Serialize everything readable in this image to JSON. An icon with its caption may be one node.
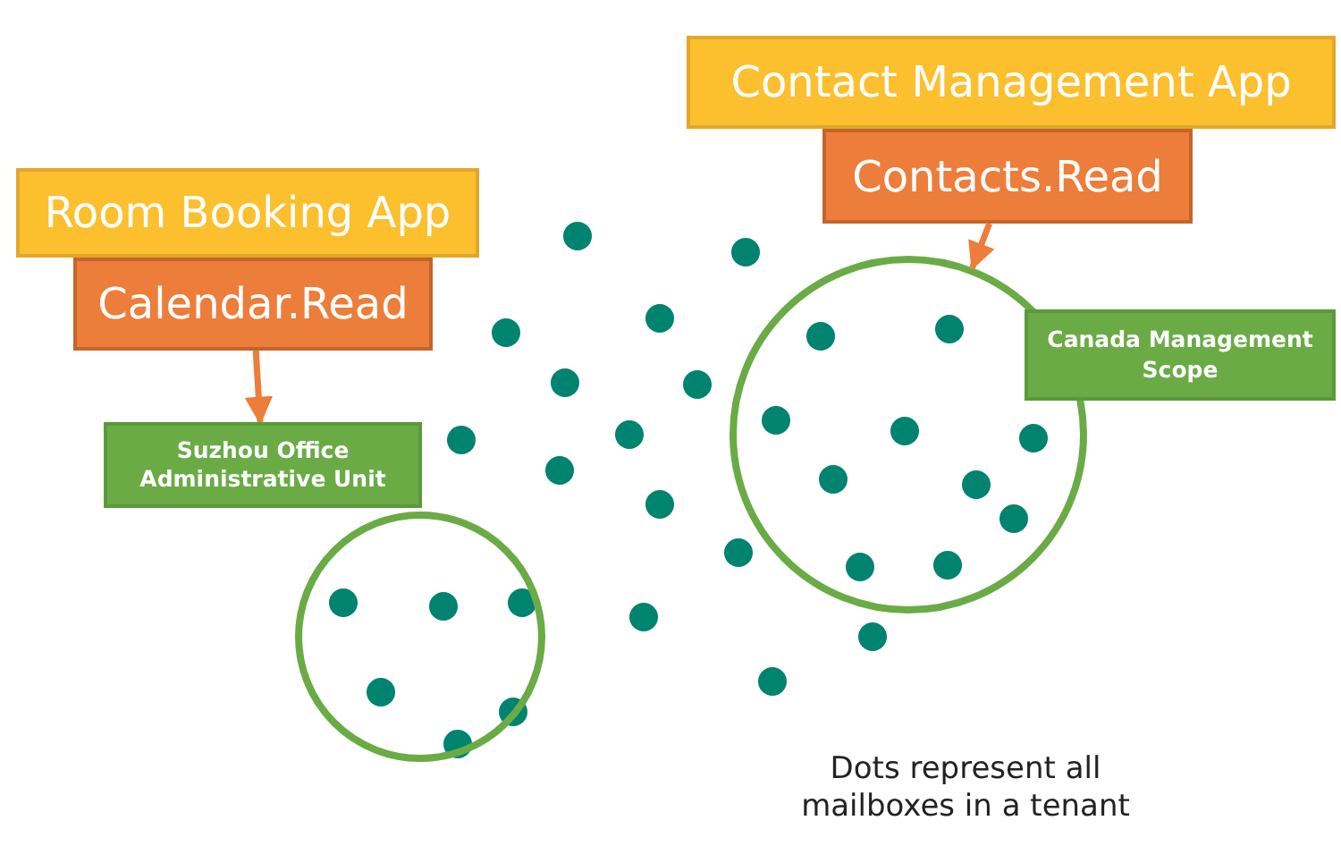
{
  "diagram": {
    "nodes": [
      {
        "text": [
          "Room Booking App"
        ]
      },
      {
        "text": [
          "Calendar.Read"
        ]
      },
      {
        "text": [
          "Suzhou Office Administrative Unit"
        ]
      },
      {
        "text": [],
        "shape": "circle"
      },
      {
        "text": [
          "Contact Management App"
        ]
      },
      {
        "text": [
          "Contacts.Read"
        ]
      },
      {
        "text": [],
        "shape": "circle"
      },
      {
        "text": [
          "Canada Management Scope"
        ]
      }
    ],
    "edges": [
      {
        "from": 1,
        "to": 2,
        "arrow": "to"
      },
      {
        "from": 5,
        "to": 6,
        "arrow": "to"
      }
    ],
    "labels": [
      "Dots represent all mailboxes in a tenant"
    ]
  }
}
